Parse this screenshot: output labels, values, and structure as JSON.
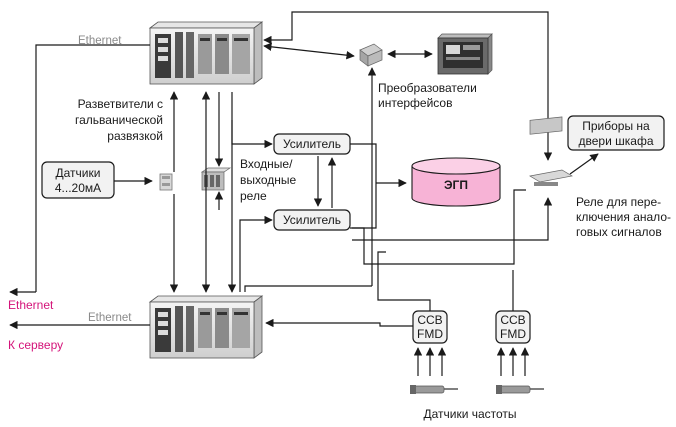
{
  "labels": {
    "ethernet_top": "Ethernet",
    "ethernet_bottom": "Ethernet",
    "ethernet_left": "Ethernet",
    "to_server": "К серверу",
    "splitters": [
      "Разветвители с",
      "гальванической",
      "развязкой"
    ],
    "sensors": [
      "Датчики",
      "4...20мА"
    ],
    "io_relay": [
      "Входные/",
      "выходные",
      "реле"
    ],
    "amplifier_1": "Усилитель",
    "amplifier_2": "Усилитель",
    "egp": "ЭГП",
    "converters": [
      "Преобразователи",
      "интерфейсов"
    ],
    "door_devices": [
      "Приборы на",
      "двери шкафа"
    ],
    "relay_analog": [
      "Реле для пере-",
      "ключения анало-",
      "говых сигналов"
    ],
    "ccb1": [
      "CCB",
      "FMD"
    ],
    "ccb2": [
      "CCB",
      "FMD"
    ],
    "freq_sensors": "Датчики частоты"
  },
  "colors": {
    "line": "#1a1a1a",
    "ethernet_line": "#8a8a8a",
    "accent": "#d4147a",
    "egp_fill": "#f7b3d6",
    "box_fill": "#f2f2f2"
  }
}
